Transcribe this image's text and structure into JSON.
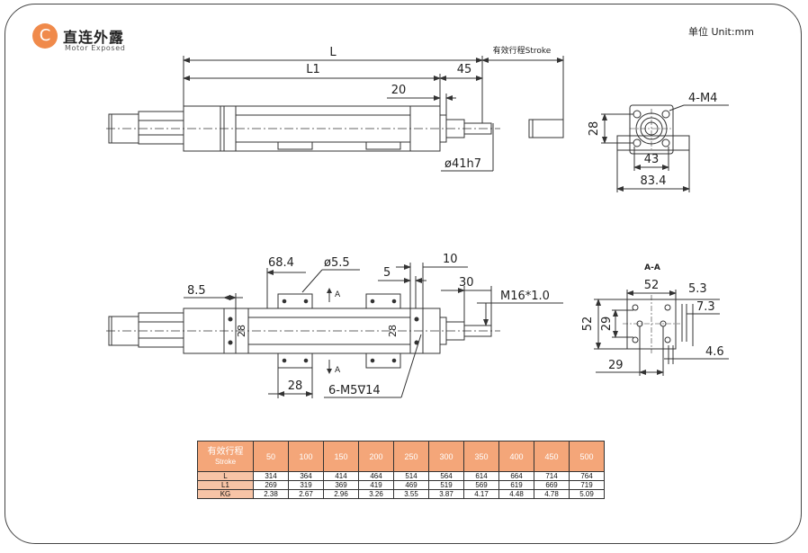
{
  "header": {
    "logo_letter": "C",
    "title_cn": "直连外露",
    "title_en": "Motor Exposed",
    "unit": "单位 Unit:mm"
  },
  "top_view": {
    "dim_L": "L",
    "dim_L1": "L1",
    "dim_45": "45",
    "dim_20": "20",
    "stroke_label": "有效行程Stroke",
    "dim_28": "28",
    "dim_diameter": "ø41h7"
  },
  "end_view": {
    "dim_4M4": "4-M4",
    "dim_43": "43",
    "dim_834": "83.4"
  },
  "bottom_view": {
    "dim_684": "68.4",
    "dim_55": "ø5.5",
    "dim_85": "8.5",
    "dim_5": "5",
    "dim_10": "10",
    "dim_30": "30",
    "dim_M16": "M16*1.0",
    "dim_28a": "28",
    "dim_28b": "28",
    "dim_28c": "28",
    "dim_6M5": "6-M5∇14",
    "section_mark": "A"
  },
  "section_view": {
    "title": "A-A",
    "dim_52top": "52",
    "dim_52side": "52",
    "dim_29side": "29",
    "dim_53": "5.3",
    "dim_73": "7.3",
    "dim_46": "4.6",
    "dim_29bot": "29"
  },
  "table": {
    "header_cn": "有效行程",
    "header_en": "Stroke",
    "strokes": [
      "50",
      "100",
      "150",
      "200",
      "250",
      "300",
      "350",
      "400",
      "450",
      "500"
    ],
    "rows": [
      {
        "label": "L",
        "values": [
          "314",
          "364",
          "414",
          "464",
          "514",
          "564",
          "614",
          "664",
          "714",
          "764"
        ]
      },
      {
        "label": "L1",
        "values": [
          "269",
          "319",
          "369",
          "419",
          "469",
          "519",
          "569",
          "619",
          "669",
          "719"
        ]
      },
      {
        "label": "KG",
        "values": [
          "2.38",
          "2.67",
          "2.96",
          "3.26",
          "3.55",
          "3.87",
          "4.17",
          "4.48",
          "4.78",
          "5.09"
        ]
      }
    ]
  }
}
